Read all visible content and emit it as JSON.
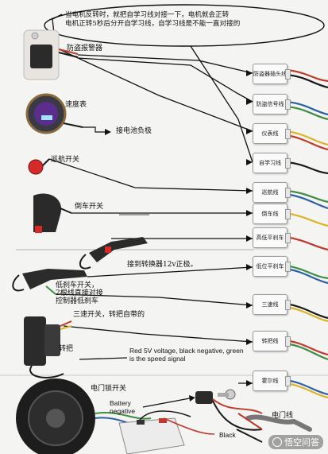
{
  "note": {
    "line1": "当电机反转时，就把自学习线对接一下，电机就会正转",
    "line2": "电机正转5秒后分开自学习线，自学习线是不能一直对接的"
  },
  "components": {
    "alarm": "防盗报警器",
    "speedometer": "速度表",
    "battery_neg": "接电池负极",
    "cruise_switch": "巡航开关",
    "reverse_switch": "倒车开关",
    "converter": "接到转换器12v正极。",
    "brake": "低刹车开关，",
    "brake2": "2根线直接对接",
    "brake3": "控制器低刹车",
    "three_speed": "三速开关，转把自带的",
    "throttle": "转把",
    "note_en": "Red 5V voltage, black negative, green is the speed signal",
    "key_switch": "电门锁开关",
    "battery_negative": "Battery negative",
    "black": "Black",
    "power_line": "电门线"
  },
  "connectors": [
    "防盗器插头线",
    "防盗信号线",
    "仪表线",
    "自学习线",
    "巡航线",
    "倒车线",
    "高低平刹车",
    "低位平刹车",
    "三速线",
    "转把线",
    "霍尔线"
  ],
  "watermark": "悟空问答",
  "colors": {
    "wire_red": "#c0392b",
    "wire_green": "#3e8e41",
    "wire_blue": "#2e5fa8",
    "wire_yellow": "#d9b527",
    "wire_black": "#1a1a1a"
  }
}
